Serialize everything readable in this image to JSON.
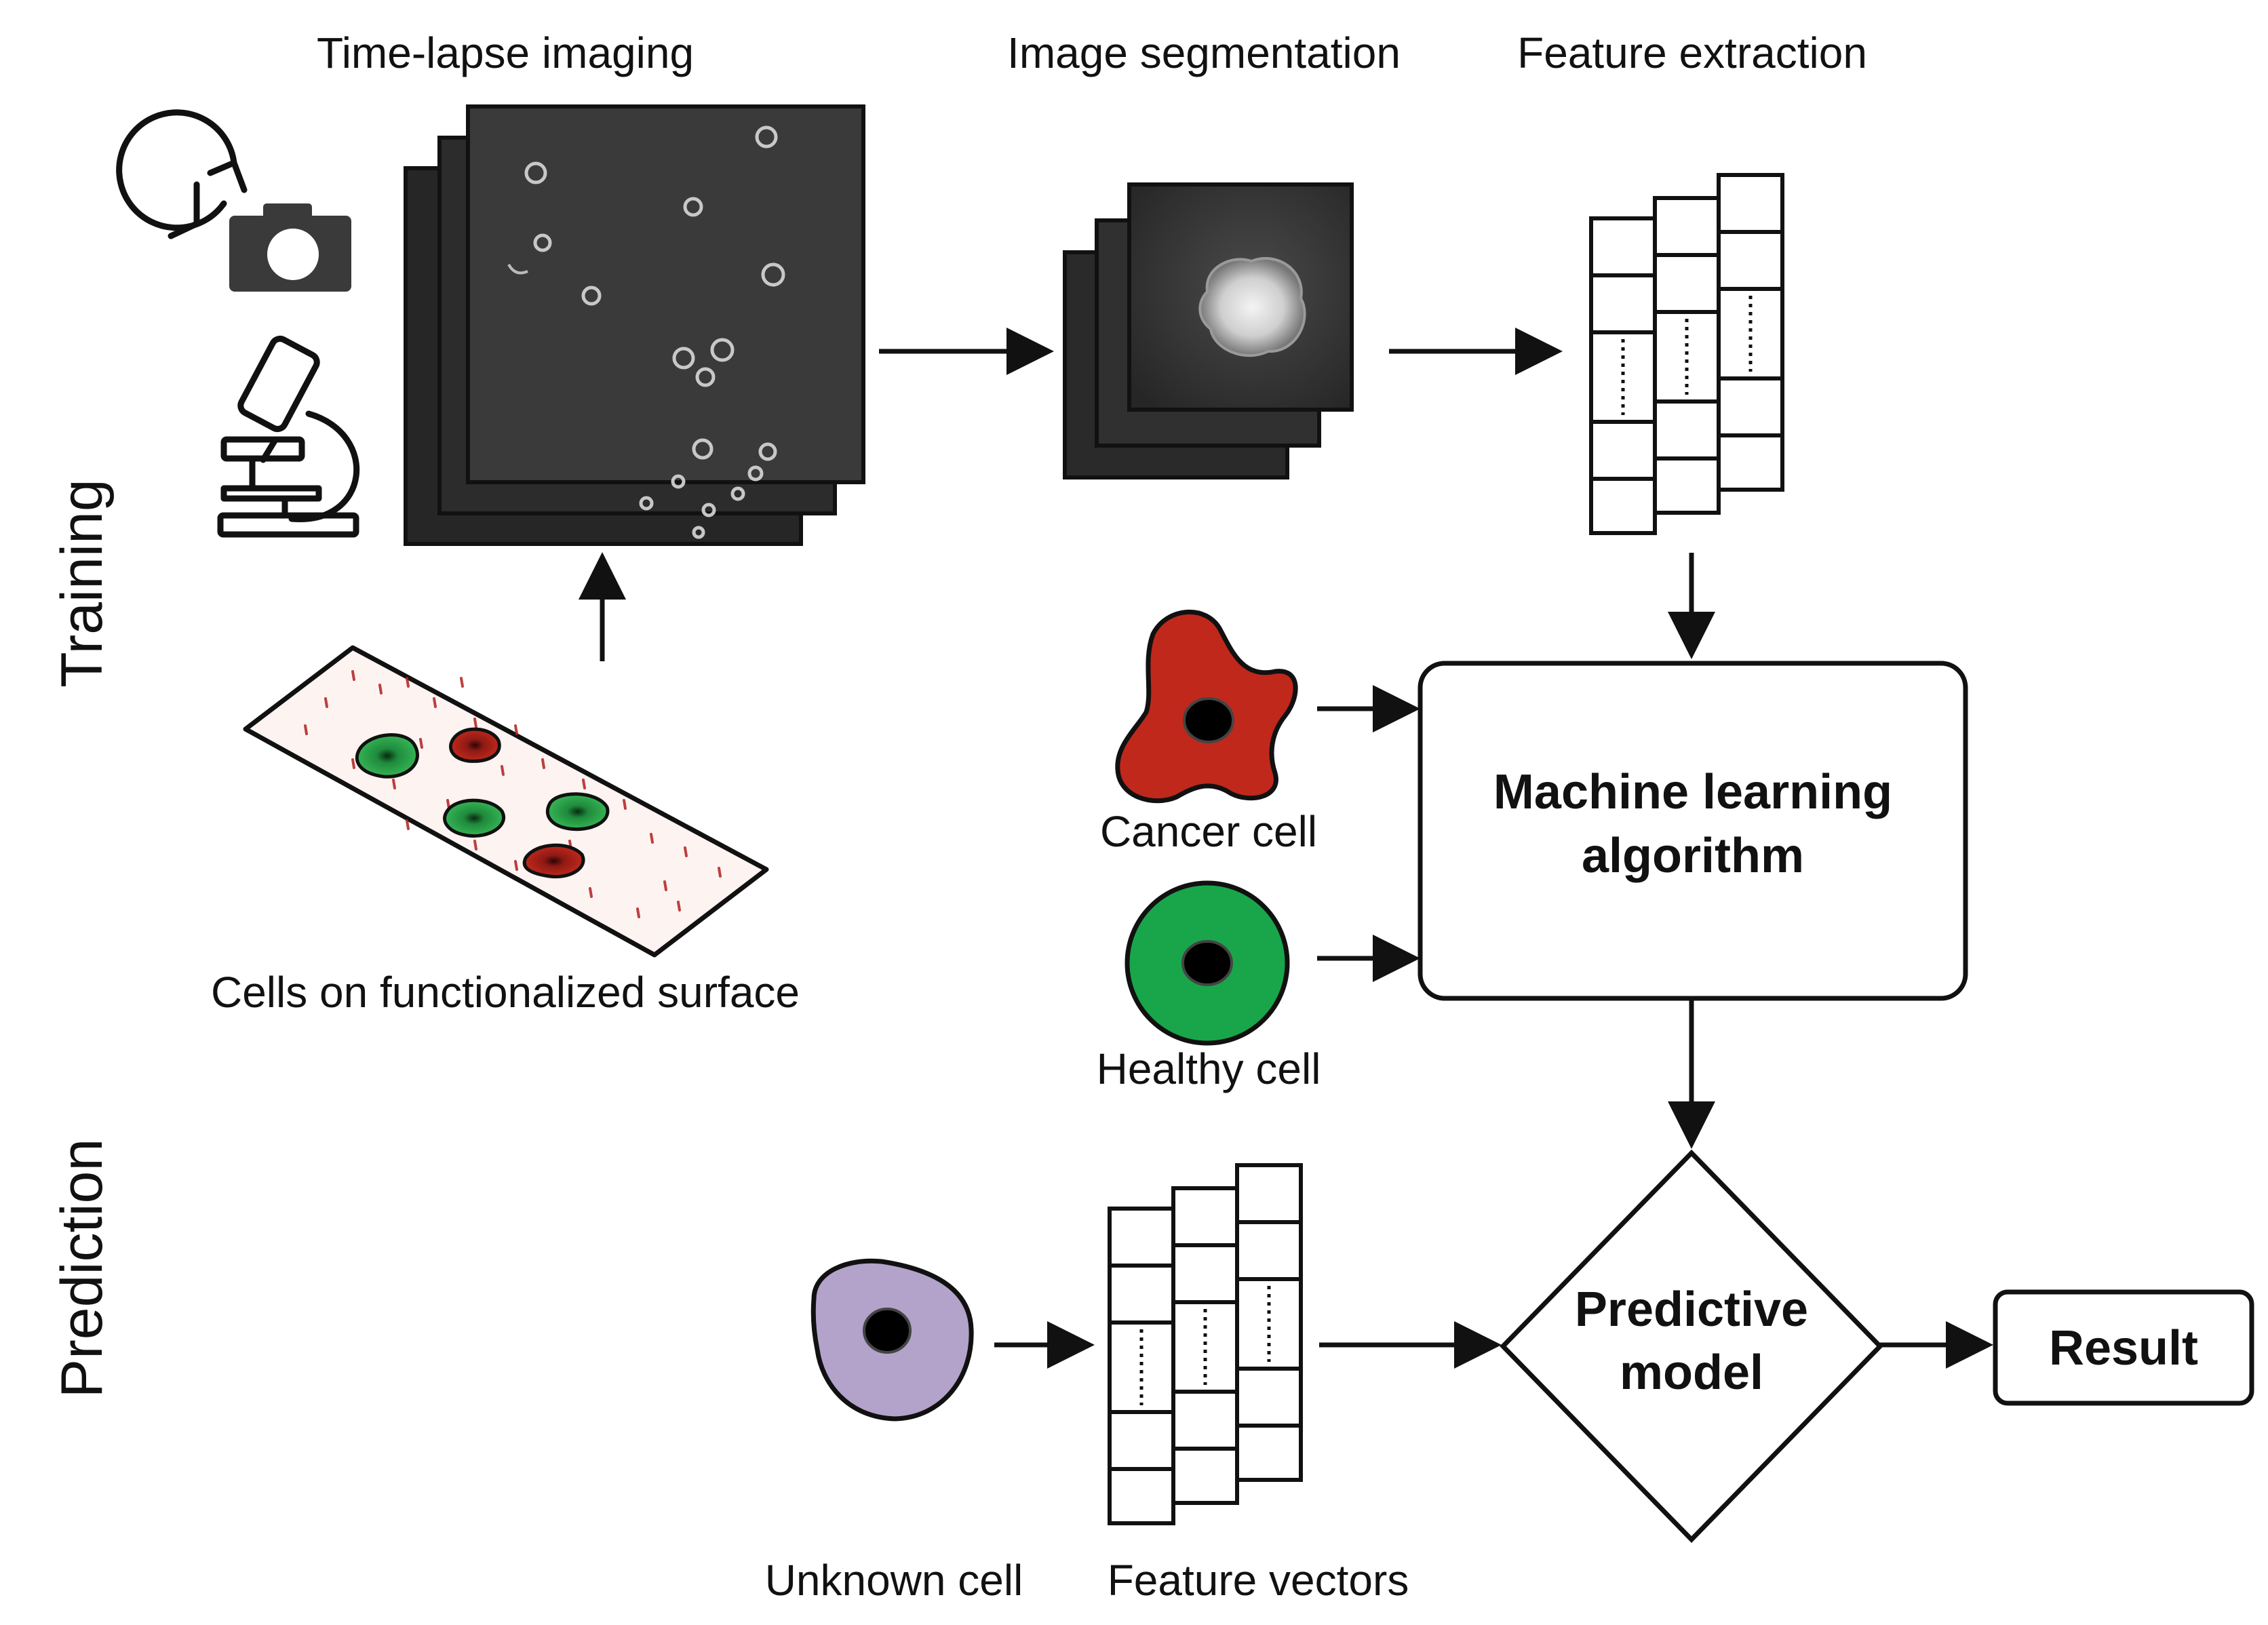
{
  "sections": {
    "training": "Training",
    "prediction": "Prediction"
  },
  "steps": {
    "imaging": "Time-lapse imaging",
    "segmentation": "Image segmentation",
    "extraction": "Feature extraction"
  },
  "labels": {
    "surface": "Cells on functionalized surface",
    "cancer": "Cancer cell",
    "healthy": "Healthy cell",
    "unknown": "Unknown cell",
    "vectors": "Feature vectors"
  },
  "nodes": {
    "ml_line1": "Machine learning",
    "ml_line2": "algorithm",
    "pm_line1": "Predictive",
    "pm_line2": "model",
    "result": "Result"
  },
  "colors": {
    "cancer": "#c0281c",
    "healthy": "#19a64a",
    "unknown": "#b3a2c9",
    "slide_dots": "#b02020",
    "ink": "#111111"
  },
  "icons": [
    "clock-icon",
    "camera-icon",
    "microscope-icon"
  ]
}
